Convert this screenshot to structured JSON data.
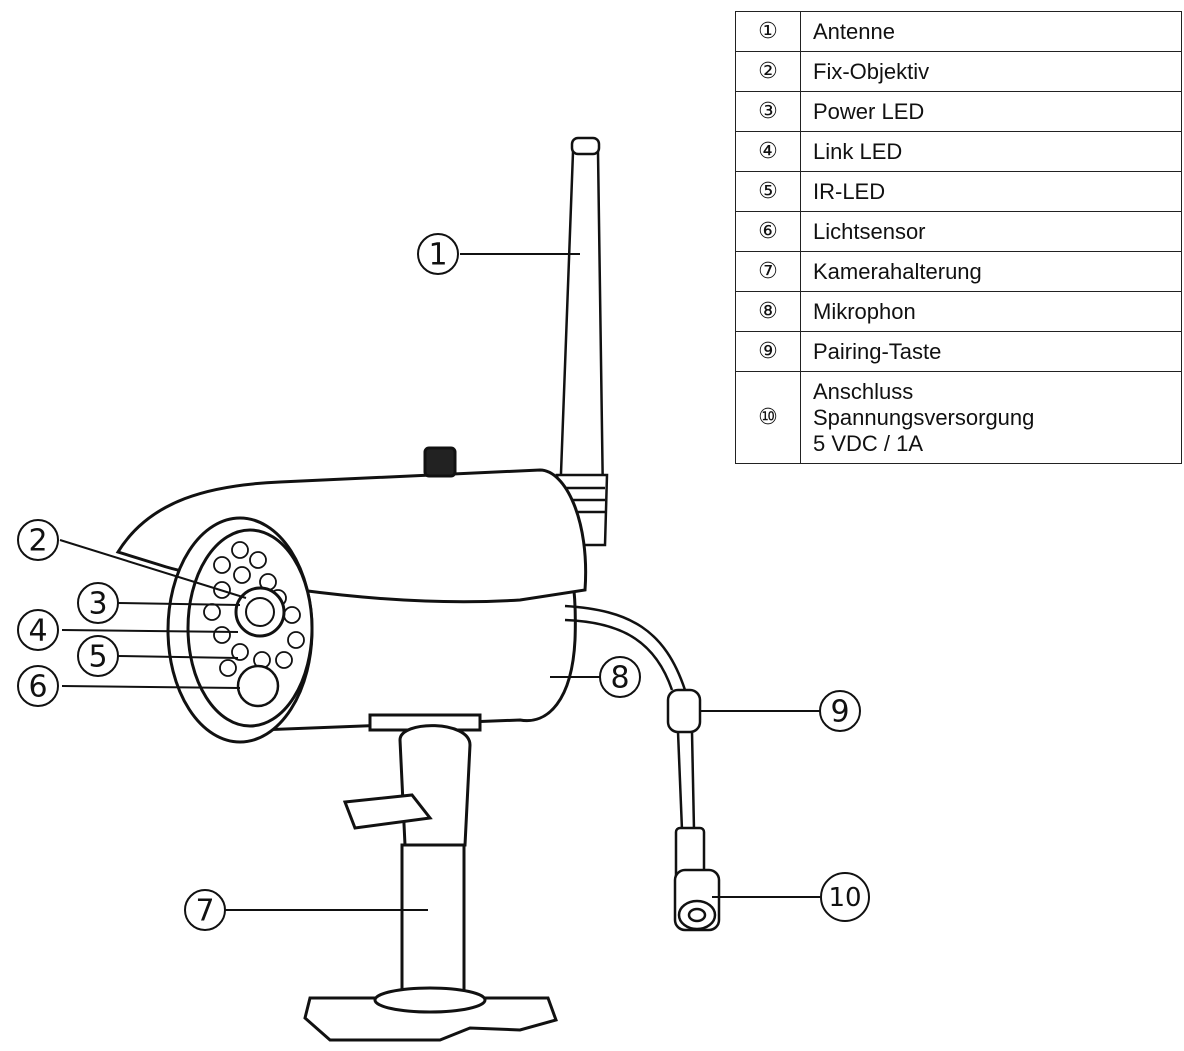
{
  "legend": [
    {
      "marker": "①",
      "label": "Antenne"
    },
    {
      "marker": "②",
      "label": "Fix-Objektiv"
    },
    {
      "marker": "③",
      "label": "Power LED"
    },
    {
      "marker": "④",
      "label": "Link LED"
    },
    {
      "marker": "⑤",
      "label": "IR-LED"
    },
    {
      "marker": "⑥",
      "label": "Lichtsensor"
    },
    {
      "marker": "⑦",
      "label": "Kamerahalterung"
    },
    {
      "marker": "⑧",
      "label": "Mikrophon"
    },
    {
      "marker": "⑨",
      "label": "Pairing-Taste"
    },
    {
      "marker": "⑩",
      "label_lines": [
        "Anschluss",
        "Spannungsversorgung",
        "5 VDC / 1A"
      ]
    }
  ],
  "callouts": [
    "1",
    "2",
    "3",
    "4",
    "5",
    "6",
    "7",
    "8",
    "9",
    "10"
  ]
}
